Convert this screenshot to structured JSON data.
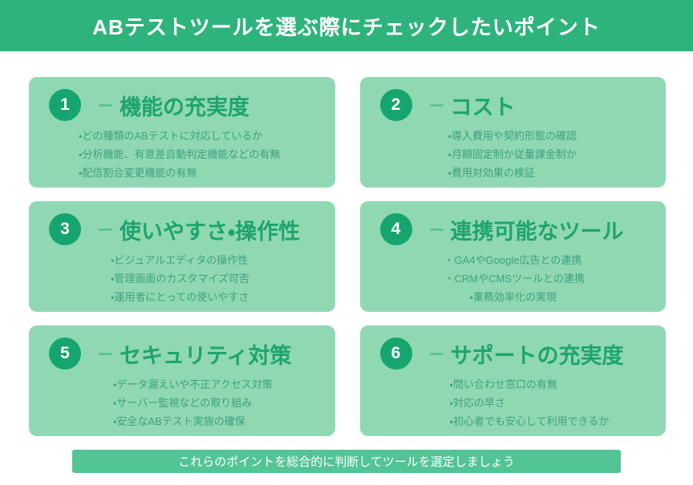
{
  "theme": {
    "header_bg": "#2fb37d",
    "card_bg": "#90d8b4",
    "circle_bg": "#16a56e",
    "title_color": "#1ea46f",
    "dash_color": "#5fc197",
    "bullet_color": "#3fa07e",
    "footer_bg": "#53c495",
    "text_on_green": "#ffffff",
    "page_bg": "#ffffff"
  },
  "header": {
    "title": "ABテストツールを選ぶ際にチェックしたいポイント"
  },
  "cards": [
    {
      "number": "1",
      "title": "機能の充実度",
      "bullets": [
        "・どの種類のABテストに対応しているか",
        "・分析機能、有意差自動判定機能などの有無",
        "・配信割合変更機能の有無"
      ]
    },
    {
      "number": "2",
      "title": "コスト",
      "bullets": [
        "・導入費用や契約形態の確認",
        "・月額固定制か従量課金制か",
        "・費用対効果の検証"
      ]
    },
    {
      "number": "3",
      "title": "使いやすさ・操作性",
      "bullets": [
        "・ビジュアルエディタの操作性",
        "・管理画面のカスタマイズ可否",
        "・運用者にとっての使いやすさ"
      ]
    },
    {
      "number": "4",
      "title": "連携可能なツール",
      "bullets": [
        "・GA4やGoogle広告との連携",
        "・CRMやCMSツールとの連携",
        "・業務効率化の実現"
      ]
    },
    {
      "number": "5",
      "title": "セキュリティ対策",
      "bullets": [
        "・データ漏えいや不正アクセス対策",
        "・サーバー監視などの取り組み",
        "・安全なABテスト実施の確保"
      ]
    },
    {
      "number": "6",
      "title": "サポートの充実度",
      "bullets": [
        "・問い合わせ窓口の有無",
        "・対応の早さ",
        "・初心者でも安心して利用できるか"
      ]
    }
  ],
  "footer": {
    "text": "これらのポイントを総合的に判断してツールを選定しましょう"
  }
}
